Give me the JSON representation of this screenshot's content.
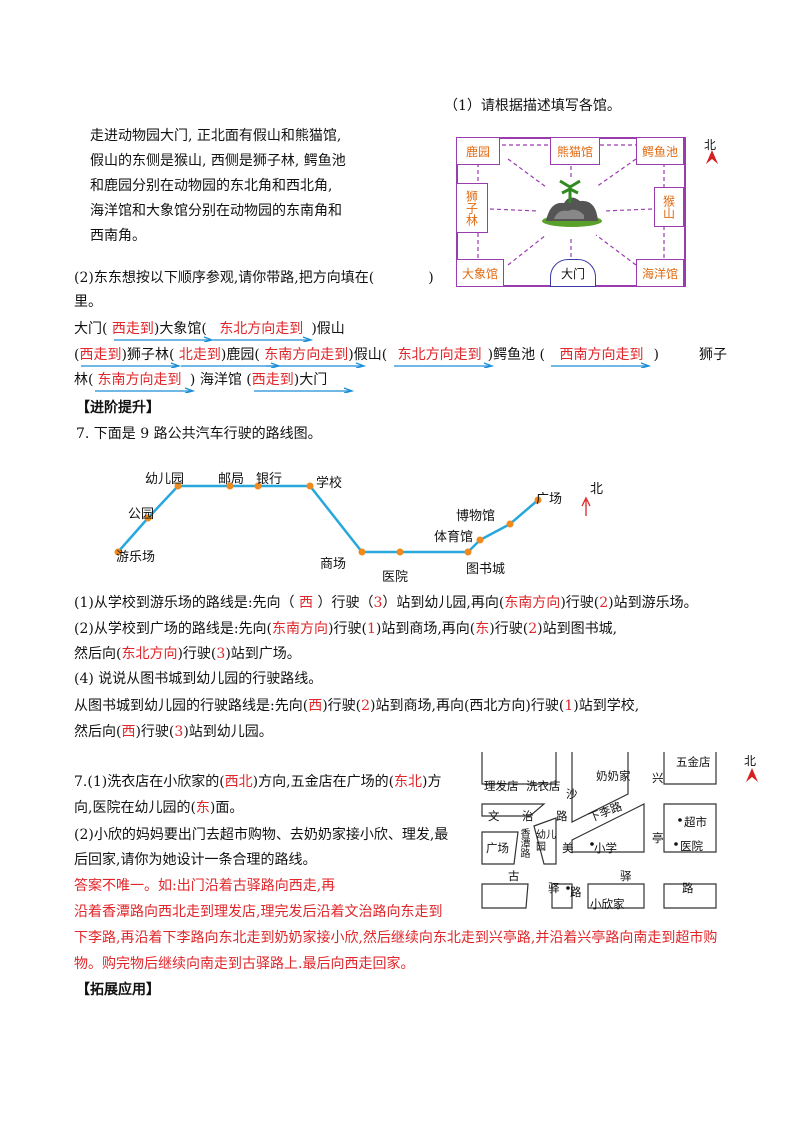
{
  "zoo": {
    "q1_title": "（1）请根据描述填写各馆。",
    "desc_lines": [
      "走进动物园大门, 正北面有假山和熊猫馆,",
      "假山的东侧是猴山, 西侧是狮子林, 鳄鱼池",
      "和鹿园分别在动物园的东北角和西北角,",
      "海洋馆和大象馆分别在动物园的东南角和",
      "西南角。"
    ],
    "cells": {
      "nw": "鹿园",
      "n": "熊猫馆",
      "ne": "鳄鱼池",
      "w": "狮子林",
      "e": "猴山",
      "sw": "大象馆",
      "gate": "大门",
      "se": "海洋馆"
    },
    "north": "北",
    "q2_line1": "(2)东东想按以下顺序参观,请你带路,把方向填在(",
    "q2_line1_end": ")",
    "q2_line2": "里。",
    "route_parts": {
      "gate": "大门",
      "elephant": "大象馆",
      "rockery": "假山",
      "lion": "狮子",
      "lion2": "林",
      "deer": "鹿园",
      "rockery2": "假山",
      "croc": "鳄鱼池",
      "ocean": "海洋馆",
      "gate2": "大门"
    },
    "answers": {
      "a1": "西走到",
      "a2": "东北方向走到",
      "a3": "西走到",
      "a4": "北走到",
      "a5": "东南方向走到",
      "a6": "东北方向走到",
      "a7": "西南方向走到",
      "a8": "东南方向走到",
      "a9": "西走到"
    }
  },
  "section_advanced": "【进阶提升】",
  "bus": {
    "question": "7.  下面是 9 路公共汽车行驶的路线图。",
    "stops": [
      "游乐场",
      "公园",
      "幼儿园",
      "邮局",
      "银行",
      "学校",
      "商场",
      "医院",
      "图书城",
      "体育馆",
      "博物馆",
      "广场"
    ],
    "north": "北",
    "q1": {
      "prefix": "(1)从学校到游乐场的路线是:先向（",
      "a1": " 西 ",
      "m1": "）行驶（",
      "a2": "3",
      "m2": "）站到幼儿园,再向(",
      "a3": "东南方向",
      "m3": ")行驶(",
      "a4": "2",
      "m4": ")站到游乐场。"
    },
    "q2": {
      "prefix": "(2)从学校到广场的路线是:先向(",
      "a1": "东南方向",
      "m1": ")行驶(",
      "a2": "1",
      "m2": ")站到商场,再向(",
      "a3": "东",
      "m3": ")行驶(",
      "a4": "2",
      "m4": ")站到图书城,"
    },
    "q2b": {
      "prefix": "然后向(",
      "a1": "东北方向",
      "m1": ")行驶(",
      "a2": "3",
      "m2": ")站到广场。"
    },
    "q4": "(4) 说说从图书城到幼儿园的行驶路线。",
    "q4a": {
      "prefix": "从图书城到幼儿园的行驶路线是:先向(",
      "a1": "西",
      "m1": ")行驶(",
      "a2": "2",
      "m2": ")站到商场,再向(",
      "m3": "西北方向",
      "m4": ")行驶(",
      "a3": "1",
      "m5": ")站到学校,"
    },
    "q4b": {
      "prefix": "然后向(",
      "a1": "西",
      "m1": ")行驶(",
      "a2": "3",
      "m2": ")站到幼儿园。"
    }
  },
  "town": {
    "q1": {
      "prefix": "7.(1)洗衣店在小欣家的(",
      "a1": "西北",
      "m1": ")方向,五金店在广场的(",
      "a2": "东北",
      "m2": ")方"
    },
    "q1b": {
      "prefix": "向,医院在幼儿园的(",
      "a1": "东",
      "m1": ")面。"
    },
    "q2": "(2)小欣的妈妈要出门去超市购物、去奶奶家接小欣、理发,最",
    "q2b": "后回家,请你为她设计一条合理的路线。",
    "answer_lines": [
      "答案不唯一。如:出门沿着古驿路向西走,再",
      "沿着香潭路向西北走到理发店,理完发后沿着文治路向东走到",
      "下李路,再沿着下李路向东北走到奶奶家接小欣,然后继续向东北走到兴亭路,并沿着兴亭路向南走到超市购",
      "物。购完物后继续向南走到古驿路上.最后向西走回家。"
    ],
    "map": {
      "north": "北",
      "labels": [
        "理发店",
        "洗衣店",
        "沙",
        "奶奶家",
        "兴",
        "五金店",
        "文",
        "治",
        "路",
        "下李路",
        "广场",
        "香潭路",
        "幼儿园",
        "小学",
        "亭",
        "超市",
        "医院",
        "古",
        "驿",
        "路",
        "驿",
        "路",
        "小欣家",
        "美"
      ]
    }
  },
  "section_extend": "【拓展应用】",
  "colors": {
    "red": "#e0262a",
    "purple": "#9b3bb0",
    "blue": "#1a8fd8",
    "orange": "#e06b12",
    "bus_line": "#27a7dc",
    "bus_stop": "#f08a1c"
  }
}
